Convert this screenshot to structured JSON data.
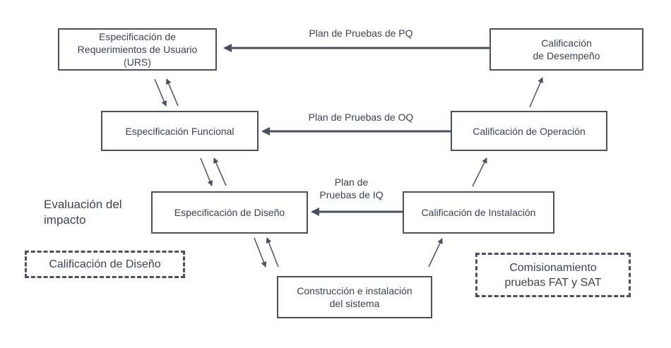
{
  "nodes": {
    "urs": "Especificación de\nRequerimientos de Usuario\n(URS)",
    "functional_spec": "Especificación Funcional",
    "design_spec": "Especificación de Diseño",
    "construction": "Construcción e instalación\ndel sistema",
    "installation_qual": "Calificación de Instalación",
    "operation_qual": "Calificación de Operación",
    "performance_qual": "Calificación\nde Desempeño"
  },
  "test_plans": {
    "pq": "Plan de Pruebas de PQ",
    "oq": "Plan de Pruebas de OQ",
    "iq": "Plan de\nPruebas de IQ"
  },
  "side_labels": {
    "impact_evaluation": "Evaluación del\nimpacto",
    "design_qualification": "Calificación de Diseño",
    "commissioning": "Comisionamiento\npruebas FAT y SAT"
  },
  "colors": {
    "line": "#4b5061",
    "text": "#3c4250"
  }
}
